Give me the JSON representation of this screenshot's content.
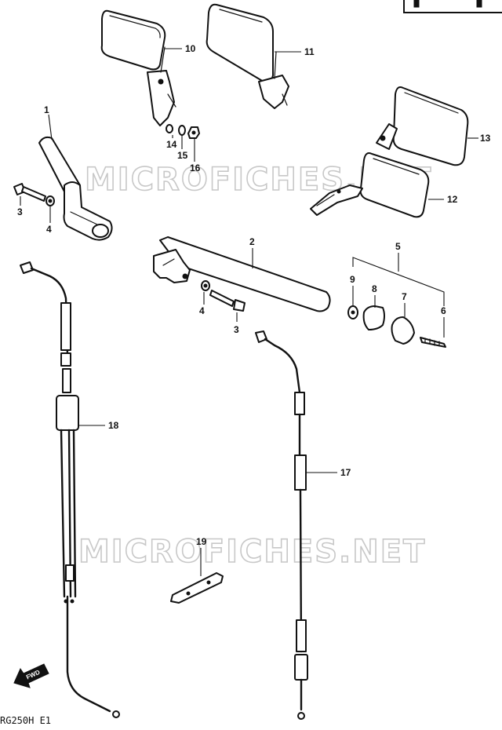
{
  "watermark": "MICROFICHES.NET",
  "model_code": "RG250H E1",
  "fwd_label": "FWD",
  "callouts": {
    "p1": "1",
    "p2": "2",
    "p3a": "3",
    "p3b": "3",
    "p4a": "4",
    "p4b": "4",
    "p5": "5",
    "p6": "6",
    "p7": "7",
    "p8": "8",
    "p9": "9",
    "p10": "10",
    "p11": "11",
    "p12": "12",
    "p13": "13",
    "p14": "14",
    "p15": "15",
    "p16": "16",
    "p17": "17",
    "p18": "18",
    "p19": "19"
  }
}
